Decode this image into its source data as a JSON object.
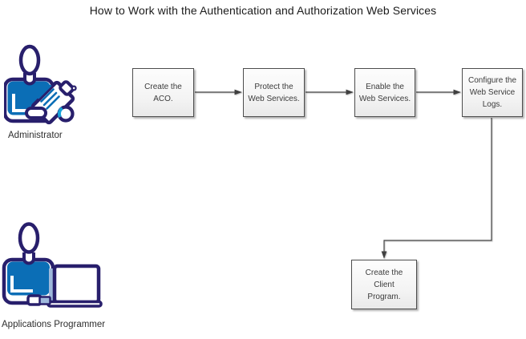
{
  "title": "How to Work with the Authentication and Authorization Web Services",
  "actors": [
    {
      "label": "Administrator",
      "icon": "person-with-clipboard-icon"
    },
    {
      "label": "Applications Programmer",
      "icon": "person-with-laptop-icon"
    }
  ],
  "steps": [
    {
      "label": "Create the\nACO."
    },
    {
      "label": "Protect the\nWeb Services."
    },
    {
      "label": "Enable the\nWeb Services."
    },
    {
      "label": "Configure the\nWeb Service\nLogs."
    },
    {
      "label": "Create the\nClient\nProgram."
    }
  ],
  "connections": [
    {
      "from": "Create the ACO.",
      "to": "Protect the Web Services.",
      "style": "straight-arrow"
    },
    {
      "from": "Protect the Web Services.",
      "to": "Enable the Web Services.",
      "style": "straight-arrow"
    },
    {
      "from": "Enable the Web Services.",
      "to": "Configure the Web Service Logs.",
      "style": "straight-arrow"
    },
    {
      "from": "Configure the Web Service Logs.",
      "to": "Create the Client Program.",
      "style": "elbow-arrow"
    }
  ],
  "colors": {
    "background": "#ffffff",
    "title_text": "#1b1b1b",
    "box_border": "#4d4d4d",
    "box_fill_top": "#fdfdfd",
    "box_fill_bottom": "#e9e9e9",
    "box_text": "#3b3b3b",
    "connector": "#404040",
    "icon_outline_navy": "#281F6C",
    "icon_blue": "#0B6EB6",
    "icon_light_blue": "#9FB9DC",
    "icon_cyan": "#18A2D9"
  }
}
